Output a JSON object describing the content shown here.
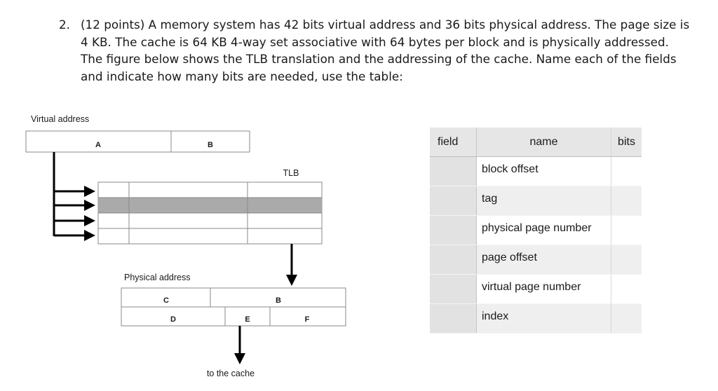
{
  "question": {
    "number": "2.",
    "text": "(12 points) A memory system has 42 bits virtual address and 36 bits physical address. The page size is 4 KB. The cache is 64 KB 4-way set associative with 64 bytes per block and is physically addressed. The figure below shows the TLB translation and the addressing of the cache. Name each of the fields and indicate how many bits are needed, use the table:"
  },
  "diagram": {
    "virtual_address_label": "Virtual address",
    "field_a": "A",
    "field_b_virtual": "B",
    "tlb_label": "TLB",
    "physical_address_label": "Physical address",
    "field_c": "C",
    "field_b_physical": "B",
    "field_d": "D",
    "field_e": "E",
    "field_f": "F",
    "to_cache_label": "to the cache"
  },
  "table": {
    "headers": {
      "field": "field",
      "name": "name",
      "bits": "bits"
    },
    "rows": [
      {
        "field": "",
        "name": "block offset",
        "bits": ""
      },
      {
        "field": "",
        "name": "tag",
        "bits": ""
      },
      {
        "field": "",
        "name": "physical page number",
        "bits": ""
      },
      {
        "field": "",
        "name": "page offset",
        "bits": ""
      },
      {
        "field": "",
        "name": "virtual page number",
        "bits": ""
      },
      {
        "field": "",
        "name": "index",
        "bits": ""
      }
    ]
  }
}
